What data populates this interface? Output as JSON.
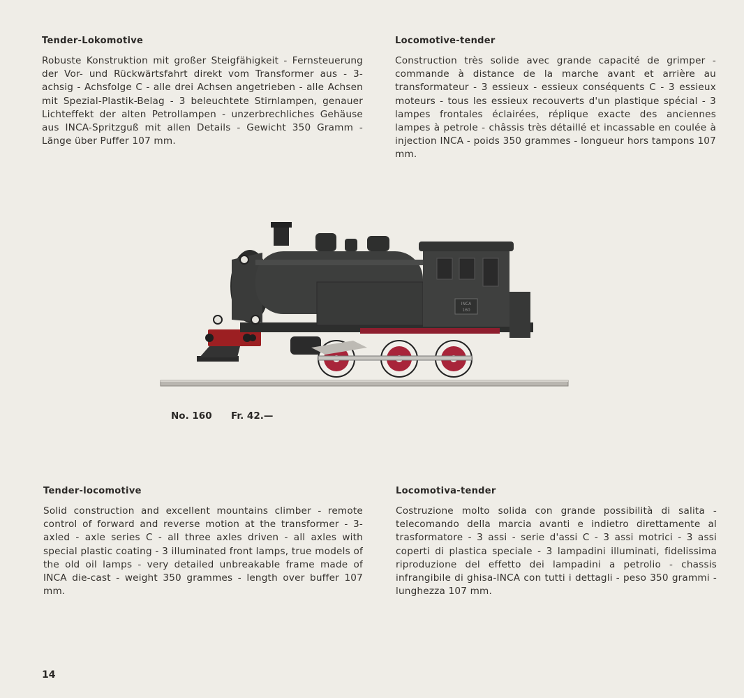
{
  "sections": {
    "de": {
      "title": "Tender-Lokomotive",
      "text": "Robuste Konstruktion mit großer Steigfähigkeit - Fernsteuerung der Vor- und Rückwärtsfahrt direkt vom Transformer aus - 3-achsig - Achsfolge C - alle drei Achsen angetrieben - alle Achsen mit Spezial-Plastik-Belag - 3 beleuchtete Stirnlampen, genauer Lichteffekt der alten Petrollampen - unzerbrechliches Gehäuse aus INCA-Spritzguß mit allen Details - Gewicht 350 Gramm - Länge über Puffer 107 mm."
    },
    "fr": {
      "title": "Locomotive-tender",
      "text": "Construction très solide avec grande capacité de grimper - commande à distance de la marche avant et arrière au transformateur - 3 essieux - essieux conséquents C - 3 essieux moteurs - tous les essieux recouverts d'un plastique spécial - 3 lampes frontales éclairées, réplique exacte des anciennes lampes à petrole - châssis très détaillé et incassable en coulée à injection INCA - poids 350 grammes - longueur hors tampons 107 mm."
    },
    "en": {
      "title": "Tender-locomotive",
      "text": "Solid construction and excellent mountains climber - remote control of forward and reverse motion at the transformer - 3-axled - axle series C - all three axles driven - all axles with special plastic coating - 3 illuminated front lamps, true models of the old oil lamps - very detailed unbreakable frame made of INCA die-cast - weight 350 grammes - length over buffer 107 mm."
    },
    "it": {
      "title": "Locomotiva-tender",
      "text": "Costruzione molto solida con grande possibilità di salita - telecomando della marcia avanti e indietro direttamente al trasformatore - 3 assi - serie d'assi C - 3 assi motrici - 3 assi coperti di plastica speciale - 3 lampadini illuminati, fidelissima riproduzione del effetto dei lampadini a petrolio - chassis infrangibile di ghisa-INCA con tutti i dettagli - peso 350 grammi - lunghezza 107 mm."
    }
  },
  "product": {
    "number": "No. 160",
    "price": "Fr. 42.—",
    "cab_plate": "INCA 160"
  },
  "page_number": "14",
  "colors": {
    "paper": "#efede7",
    "loco_body": "#3a3b3a",
    "wheel_red": "#a8253a",
    "buffer_red": "#9c1f22"
  }
}
